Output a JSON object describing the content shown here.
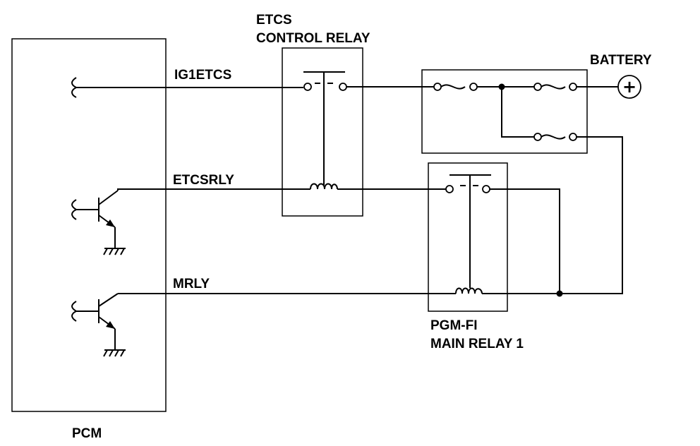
{
  "labels": {
    "pcm": "PCM",
    "etcs_relay_line1": "ETCS",
    "etcs_relay_line2": "CONTROL RELAY",
    "battery": "BATTERY",
    "main_relay_line1": "PGM-FI",
    "main_relay_line2": "MAIN RELAY 1",
    "battery_symbol": "+"
  },
  "signals": {
    "ig1etcs": "IG1ETCS",
    "etcsrly": "ETCSRLY",
    "mrly": "MRLY"
  },
  "colors": {
    "line": "#000000",
    "background": "#ffffff"
  }
}
